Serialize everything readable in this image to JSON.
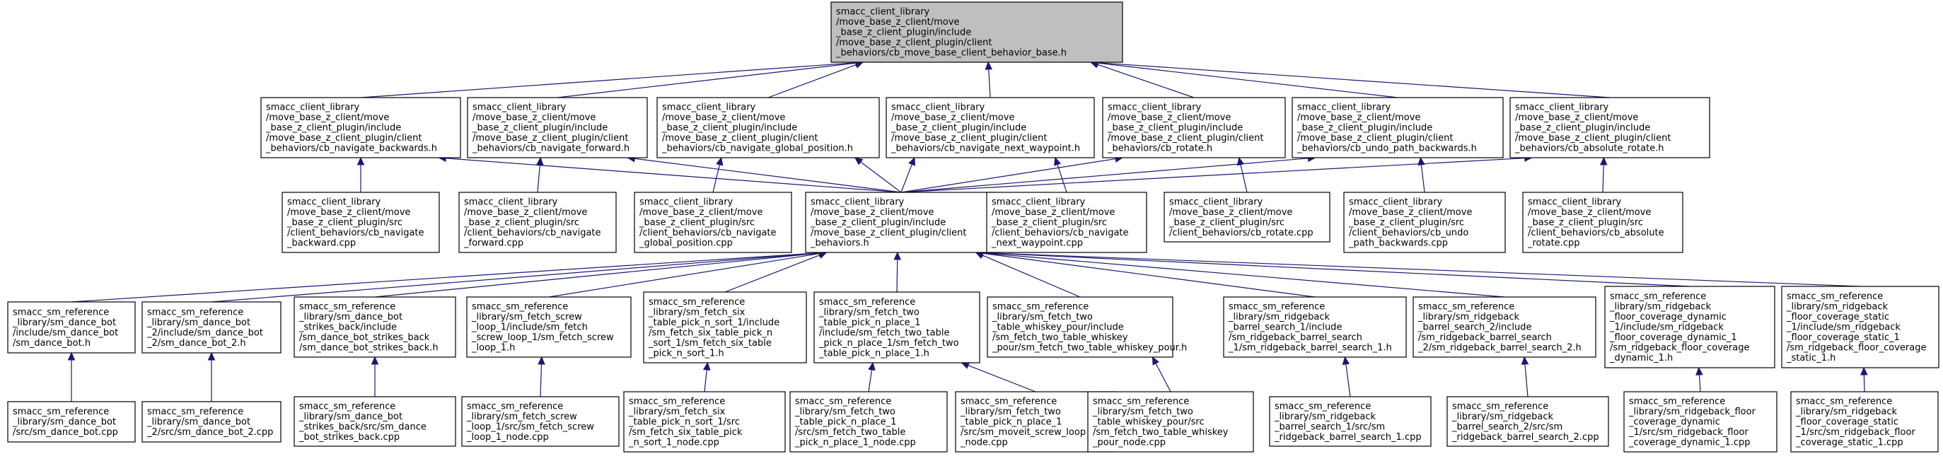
{
  "graph": {
    "nodes": [
      {
        "id": "root",
        "root": true,
        "lines": [
          "smacc_client_library",
          "/move_base_z_client/move",
          "_base_z_client_plugin/include",
          "/move_base_z_client_plugin/client",
          "_behaviors/cb_move_base_client_behavior_base.h"
        ]
      },
      {
        "id": "h_back",
        "lines": [
          "smacc_client_library",
          "/move_base_z_client/move",
          "_base_z_client_plugin/include",
          "/move_base_z_client_plugin/client",
          "_behaviors/cb_navigate_backwards.h"
        ]
      },
      {
        "id": "h_fwd",
        "lines": [
          "smacc_client_library",
          "/move_base_z_client/move",
          "_base_z_client_plugin/include",
          "/move_base_z_client_plugin/client",
          "_behaviors/cb_navigate_forward.h"
        ]
      },
      {
        "id": "h_glob",
        "lines": [
          "smacc_client_library",
          "/move_base_z_client/move",
          "_base_z_client_plugin/include",
          "/move_base_z_client_plugin/client",
          "_behaviors/cb_navigate_global_position.h"
        ]
      },
      {
        "id": "h_next",
        "lines": [
          "smacc_client_library",
          "/move_base_z_client/move",
          "_base_z_client_plugin/include",
          "/move_base_z_client_plugin/client",
          "_behaviors/cb_navigate_next_waypoint.h"
        ]
      },
      {
        "id": "h_rot",
        "lines": [
          "smacc_client_library",
          "/move_base_z_client/move",
          "_base_z_client_plugin/include",
          "/move_base_z_client_plugin/client",
          "_behaviors/cb_rotate.h"
        ]
      },
      {
        "id": "h_undo",
        "lines": [
          "smacc_client_library",
          "/move_base_z_client/move",
          "_base_z_client_plugin/include",
          "/move_base_z_client_plugin/client",
          "_behaviors/cb_undo_path_backwards.h"
        ]
      },
      {
        "id": "h_abs",
        "lines": [
          "smacc_client_library",
          "/move_base_z_client/move",
          "_base_z_client_plugin/include",
          "/move_base_z_client_plugin/client",
          "_behaviors/cb_absolute_rotate.h"
        ]
      },
      {
        "id": "c_back",
        "lines": [
          "smacc_client_library",
          "/move_base_z_client/move",
          "_base_z_client_plugin/src",
          "/client_behaviors/cb_navigate",
          "_backward.cpp"
        ]
      },
      {
        "id": "c_fwd",
        "lines": [
          "smacc_client_library",
          "/move_base_z_client/move",
          "_base_z_client_plugin/src",
          "/client_behaviors/cb_navigate",
          "_forward.cpp"
        ]
      },
      {
        "id": "c_glob",
        "lines": [
          "smacc_client_library",
          "/move_base_z_client/move",
          "_base_z_client_plugin/src",
          "/client_behaviors/cb_navigate",
          "_global_position.cpp"
        ]
      },
      {
        "id": "hub",
        "lines": [
          "smacc_client_library",
          "/move_base_z_client/move",
          "_base_z_client_plugin/include",
          "/move_base_z_client_plugin/client",
          "_behaviors.h"
        ]
      },
      {
        "id": "c_next",
        "lines": [
          "smacc_client_library",
          "/move_base_z_client/move",
          "_base_z_client_plugin/src",
          "/client_behaviors/cb_navigate",
          "_next_waypoint.cpp"
        ]
      },
      {
        "id": "c_rot",
        "lines": [
          "smacc_client_library",
          "/move_base_z_client/move",
          "_base_z_client_plugin/src",
          "/client_behaviors/cb_rotate.cpp"
        ]
      },
      {
        "id": "c_undo",
        "lines": [
          "smacc_client_library",
          "/move_base_z_client/move",
          "_base_z_client_plugin/src",
          "/client_behaviors/cb_undo",
          "_path_backwards.cpp"
        ]
      },
      {
        "id": "c_abs",
        "lines": [
          "smacc_client_library",
          "/move_base_z_client/move",
          "_base_z_client_plugin/src",
          "/client_behaviors/cb_absolute",
          "_rotate.cpp"
        ]
      },
      {
        "id": "s_dance",
        "lines": [
          "smacc_sm_reference",
          "_library/sm_dance_bot",
          "/include/sm_dance_bot",
          "/sm_dance_bot.h"
        ]
      },
      {
        "id": "s_dance2",
        "lines": [
          "smacc_sm_reference",
          "_library/sm_dance_bot",
          "_2/include/sm_dance_bot",
          "_2/sm_dance_bot_2.h"
        ]
      },
      {
        "id": "s_strikes",
        "lines": [
          "smacc_sm_reference",
          "_library/sm_dance_bot",
          "_strikes_back/include",
          "/sm_dance_bot_strikes_back",
          "/sm_dance_bot_strikes_back.h"
        ]
      },
      {
        "id": "s_screw",
        "lines": [
          "smacc_sm_reference",
          "_library/sm_fetch_screw",
          "_loop_1/include/sm_fetch",
          "_screw_loop_1/sm_fetch_screw",
          "_loop_1.h"
        ]
      },
      {
        "id": "s_six",
        "lines": [
          "smacc_sm_reference",
          "_library/sm_fetch_six",
          "_table_pick_n_sort_1/include",
          "/sm_fetch_six_table_pick_n",
          "_sort_1/sm_fetch_six_table",
          "_pick_n_sort_1.h"
        ]
      },
      {
        "id": "s_two",
        "lines": [
          "smacc_sm_reference",
          "_library/sm_fetch_two",
          "_table_pick_n_place_1",
          "/include/sm_fetch_two_table",
          "_pick_n_place_1/sm_fetch_two",
          "_table_pick_n_place_1.h"
        ]
      },
      {
        "id": "s_whisk",
        "lines": [
          "smacc_sm_reference",
          "_library/sm_fetch_two",
          "_table_whiskey_pour/include",
          "/sm_fetch_two_table_whiskey",
          "_pour/sm_fetch_two_table_whiskey_pour.h"
        ]
      },
      {
        "id": "s_rb1",
        "lines": [
          "smacc_sm_reference",
          "_library/sm_ridgeback",
          "_barrel_search_1/include",
          "/sm_ridgeback_barrel_search",
          "_1/sm_ridgeback_barrel_search_1.h"
        ]
      },
      {
        "id": "s_rb2",
        "lines": [
          "smacc_sm_reference",
          "_library/sm_ridgeback",
          "_barrel_search_2/include",
          "/sm_ridgeback_barrel_search",
          "_2/sm_ridgeback_barrel_search_2.h"
        ]
      },
      {
        "id": "s_dyn",
        "lines": [
          "smacc_sm_reference",
          "_library/sm_ridgeback",
          "_floor_coverage_dynamic",
          "_1/include/sm_ridgeback",
          "_floor_coverage_dynamic_1",
          "/sm_ridgeback_floor_coverage",
          "_dynamic_1.h"
        ]
      },
      {
        "id": "s_stat",
        "lines": [
          "smacc_sm_reference",
          "_library/sm_ridgeback",
          "_floor_coverage_static",
          "_1/include/sm_ridgeback",
          "_floor_coverage_static_1",
          "/sm_ridgeback_floor_coverage",
          "_static_1.h"
        ]
      },
      {
        "id": "p_dance",
        "lines": [
          "smacc_sm_reference",
          "_library/sm_dance_bot",
          "/src/sm_dance_bot.cpp"
        ]
      },
      {
        "id": "p_dance2",
        "lines": [
          "smacc_sm_reference",
          "_library/sm_dance_bot",
          "_2/src/sm_dance_bot_2.cpp"
        ]
      },
      {
        "id": "p_strikes",
        "lines": [
          "smacc_sm_reference",
          "_library/sm_dance_bot",
          "_strikes_back/src/sm_dance",
          "_bot_strikes_back.cpp"
        ]
      },
      {
        "id": "p_screw",
        "lines": [
          "smacc_sm_reference",
          "_library/sm_fetch_screw",
          "_loop_1/src/sm_fetch_screw",
          "_loop_1_node.cpp"
        ]
      },
      {
        "id": "p_six",
        "lines": [
          "smacc_sm_reference",
          "_library/sm_fetch_six",
          "_table_pick_n_sort_1/src",
          "/sm_fetch_six_table_pick",
          "_n_sort_1_node.cpp"
        ]
      },
      {
        "id": "p_two",
        "lines": [
          "smacc_sm_reference",
          "_library/sm_fetch_two",
          "_table_pick_n_place_1",
          "/src/sm_fetch_two_table",
          "_pick_n_place_1_node.cpp"
        ]
      },
      {
        "id": "p_moveit",
        "lines": [
          "smacc_sm_reference",
          "_library/sm_fetch_two",
          "_table_pick_n_place_1",
          "/src/sm_moveit_screw_loop",
          "_node.cpp"
        ]
      },
      {
        "id": "p_whisk",
        "lines": [
          "smacc_sm_reference",
          "_library/sm_fetch_two",
          "_table_whiskey_pour/src",
          "/sm_fetch_two_table_whiskey",
          "_pour_node.cpp"
        ]
      },
      {
        "id": "p_rb1",
        "lines": [
          "smacc_sm_reference",
          "_library/sm_ridgeback",
          "_barrel_search_1/src/sm",
          "_ridgeback_barrel_search_1.cpp"
        ]
      },
      {
        "id": "p_rb2",
        "lines": [
          "smacc_sm_reference",
          "_library/sm_ridgeback",
          "_barrel_search_2/src/sm",
          "_ridgeback_barrel_search_2.cpp"
        ]
      },
      {
        "id": "p_dyn",
        "lines": [
          "smacc_sm_reference",
          "_library/sm_ridgeback_floor",
          "_coverage_dynamic",
          "_1/src/sm_ridgeback_floor",
          "_coverage_dynamic_1.cpp"
        ]
      },
      {
        "id": "p_stat",
        "lines": [
          "smacc_sm_reference",
          "_library/sm_ridgeback",
          "_floor_coverage_static",
          "_1/src/sm_ridgeback_floor",
          "_coverage_static_1.cpp"
        ]
      }
    ],
    "edges": [
      [
        "h_back",
        "root"
      ],
      [
        "h_fwd",
        "root"
      ],
      [
        "h_glob",
        "root"
      ],
      [
        "h_next",
        "root"
      ],
      [
        "h_rot",
        "root"
      ],
      [
        "h_undo",
        "root"
      ],
      [
        "h_abs",
        "root"
      ],
      [
        "c_back",
        "h_back"
      ],
      [
        "c_fwd",
        "h_fwd"
      ],
      [
        "c_glob",
        "h_glob"
      ],
      [
        "c_next",
        "h_next"
      ],
      [
        "c_rot",
        "h_rot"
      ],
      [
        "c_undo",
        "h_undo"
      ],
      [
        "c_abs",
        "h_abs"
      ],
      [
        "hub",
        "h_back"
      ],
      [
        "hub",
        "h_fwd"
      ],
      [
        "hub",
        "h_glob"
      ],
      [
        "hub",
        "h_next"
      ],
      [
        "hub",
        "h_rot"
      ],
      [
        "hub",
        "h_undo"
      ],
      [
        "hub",
        "h_abs"
      ],
      [
        "s_dance",
        "hub"
      ],
      [
        "s_dance2",
        "hub"
      ],
      [
        "s_strikes",
        "hub"
      ],
      [
        "s_screw",
        "hub"
      ],
      [
        "s_six",
        "hub"
      ],
      [
        "s_two",
        "hub"
      ],
      [
        "s_whisk",
        "hub"
      ],
      [
        "s_rb1",
        "hub"
      ],
      [
        "s_rb2",
        "hub"
      ],
      [
        "s_dyn",
        "hub"
      ],
      [
        "s_stat",
        "hub"
      ],
      [
        "p_dance",
        "s_dance"
      ],
      [
        "p_dance2",
        "s_dance2"
      ],
      [
        "p_strikes",
        "s_strikes"
      ],
      [
        "p_screw",
        "s_screw"
      ],
      [
        "p_six",
        "s_six"
      ],
      [
        "p_two",
        "s_two"
      ],
      [
        "p_moveit",
        "s_two"
      ],
      [
        "p_whisk",
        "s_whisk"
      ],
      [
        "p_rb1",
        "s_rb1"
      ],
      [
        "p_rb2",
        "s_rb2"
      ],
      [
        "p_dyn",
        "s_dyn"
      ],
      [
        "p_stat",
        "s_stat"
      ]
    ]
  }
}
